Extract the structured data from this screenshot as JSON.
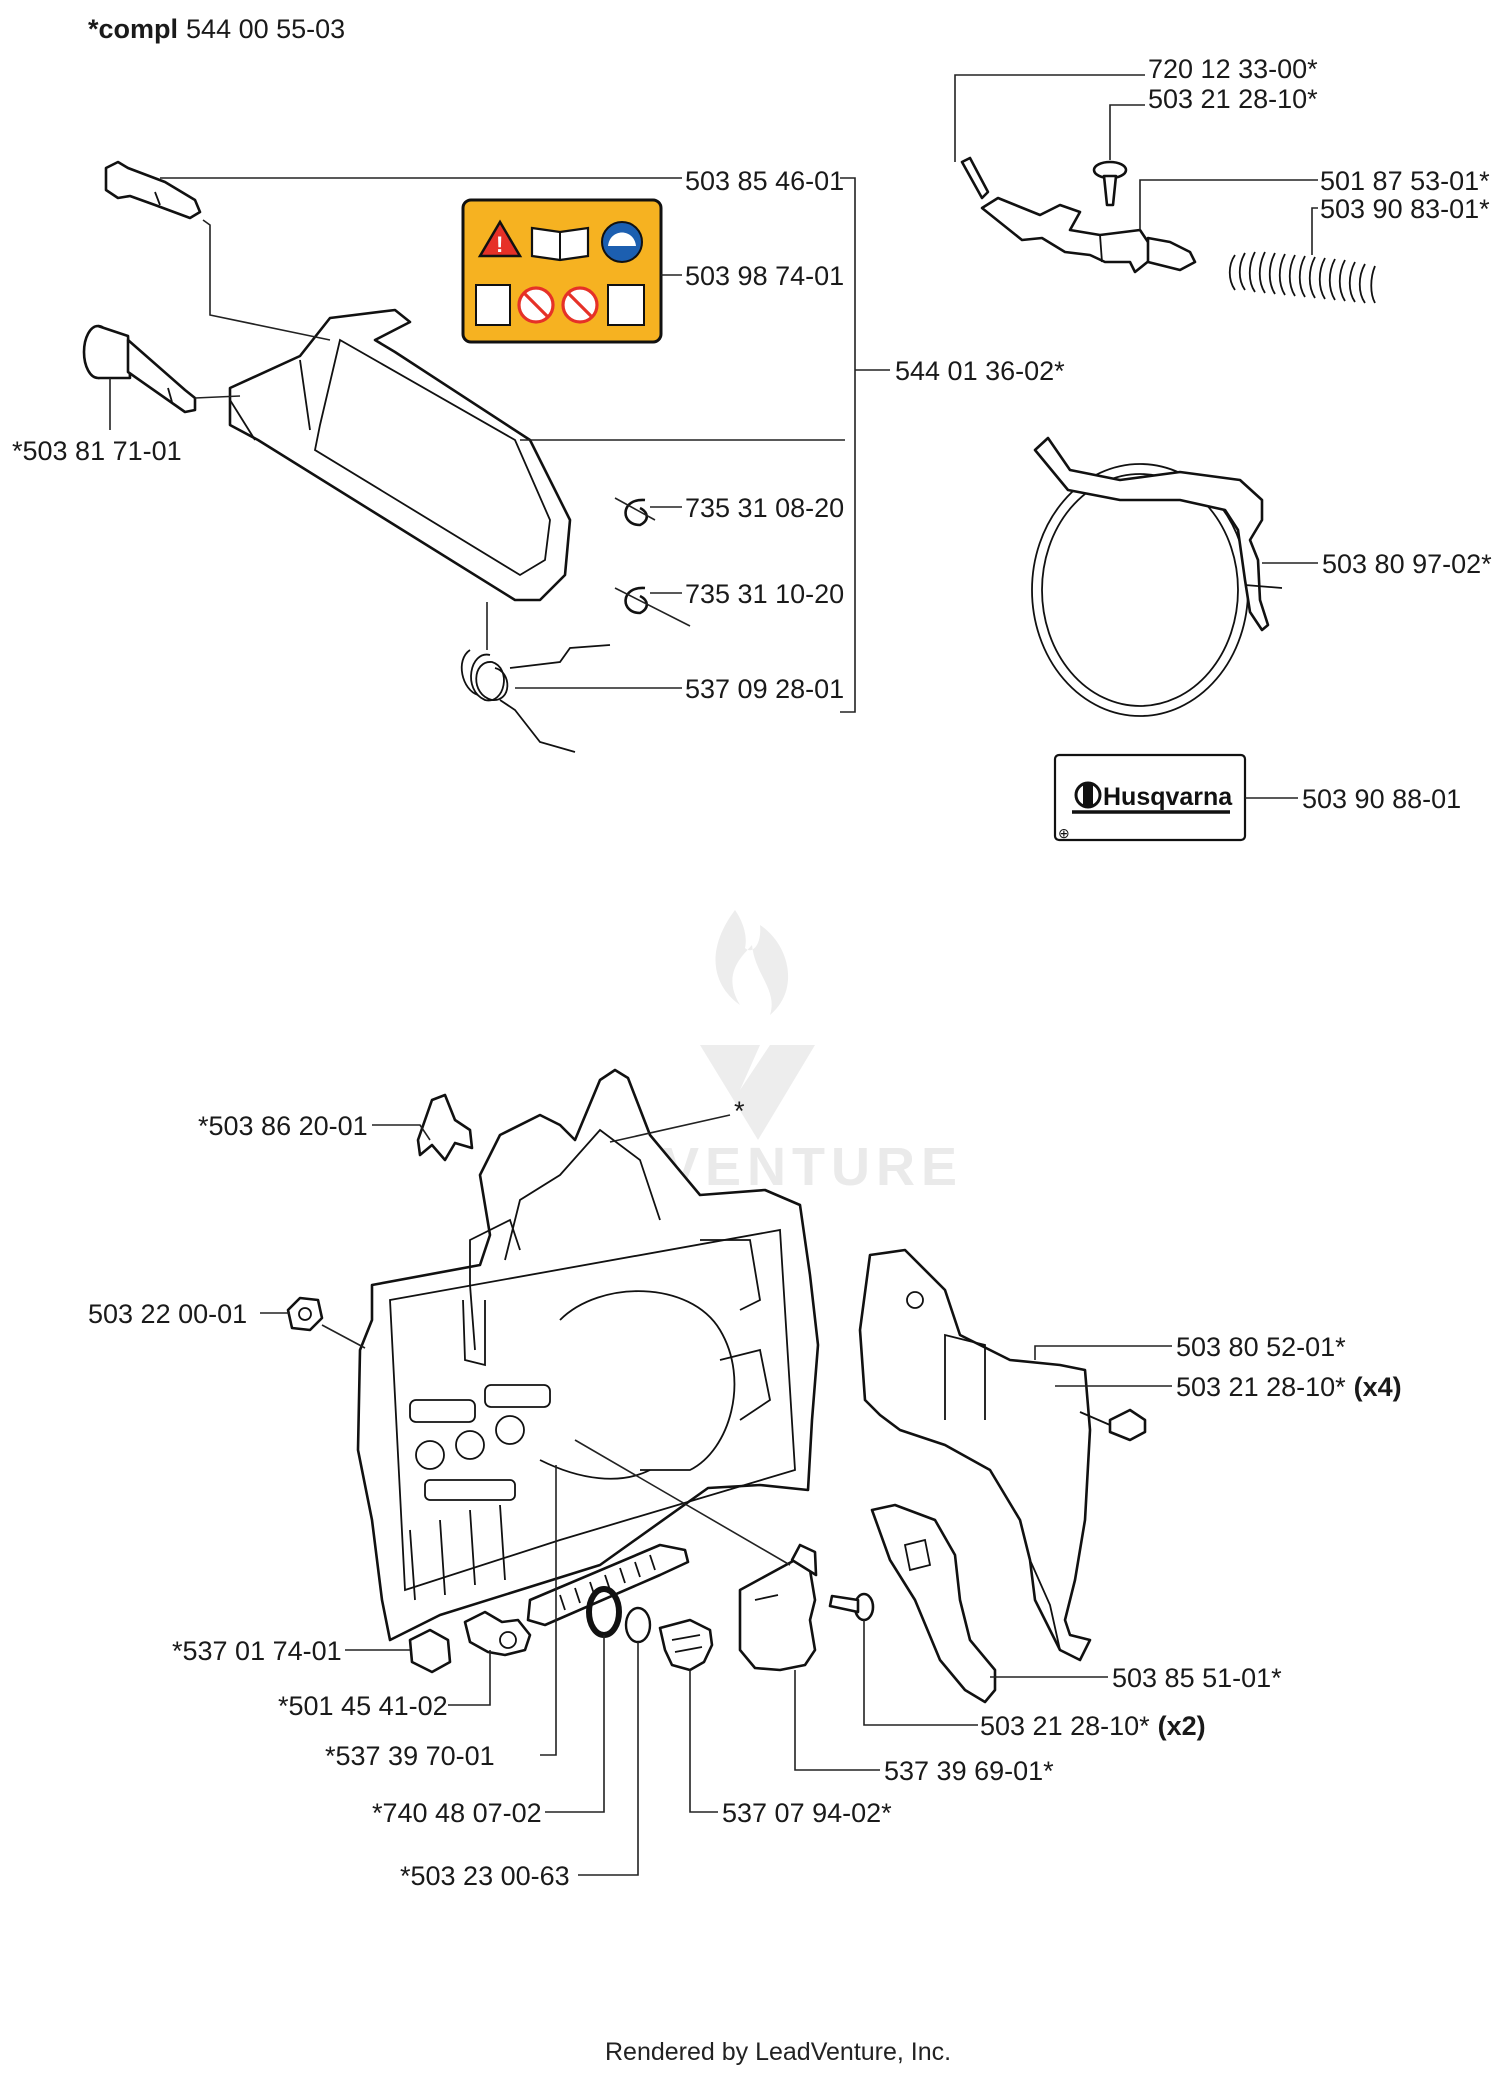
{
  "header": {
    "prefix": "*compl",
    "number": "544 00 55-03"
  },
  "labels": {
    "p720_12_33_00": "720 12 33-00*",
    "p503_21_28_10_top": "503 21 28-10*",
    "p501_87_53_01": "501 87 53-01*",
    "p503_90_83_01": "503 90 83-01*",
    "p503_85_46_01": "503 85 46-01",
    "p503_98_74_01": "503 98 74-01",
    "p544_01_36_02": "544 01 36-02*",
    "p503_81_71_01": "*503 81 71-01",
    "p735_31_08_20": "735 31 08-20",
    "p735_31_10_20": "735 31 10-20",
    "p537_09_28_01": "537 09 28-01",
    "p503_80_97_02": "503 80 97-02*",
    "p503_90_88_01": "503 90 88-01",
    "p503_86_20_01": "*503 86 20-01",
    "star": "*",
    "p503_22_00_01": "503 22 00-01",
    "p503_80_52_01": "503 80 52-01*",
    "p503_21_28_10_x4": "503 21 28-10*",
    "qty_x4": "(x4)",
    "p537_01_74_01": "*537 01 74-01",
    "p503_85_51_01": "503 85 51-01*",
    "p501_45_41_02": "*501 45 41-02",
    "p503_21_28_10_x2": "503 21 28-10*",
    "qty_x2": "(x2)",
    "p537_39_70_01": "*537 39 70-01",
    "p537_39_69_01": "537 39 69-01*",
    "p740_48_07_02": "*740 48 07-02",
    "p537_07_94_02": "537 07 94-02*",
    "p503_23_00_63": "*503 23 00-63"
  },
  "brand_decal": {
    "text": "Husqvarna"
  },
  "watermark": {
    "text": "LEADVENTURE"
  },
  "footer": {
    "text": "Rendered by LeadVenture, Inc."
  }
}
